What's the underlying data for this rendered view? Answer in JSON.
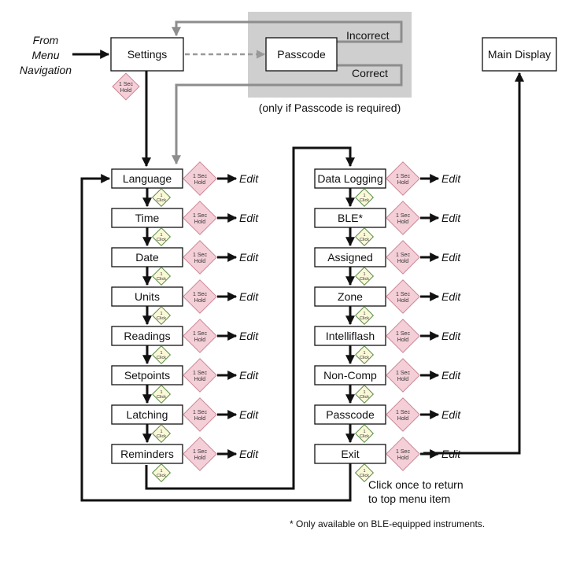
{
  "entry": {
    "line1": "From",
    "line2": "Menu",
    "line3": "Navigation"
  },
  "boxes": {
    "settings": "Settings",
    "passcode_prompt": "Passcode",
    "main_display": "Main Display"
  },
  "passcode_panel": {
    "incorrect": "Incorrect",
    "correct": "Correct",
    "caption": "(only if Passcode is required)"
  },
  "diamonds": {
    "hold": {
      "line1": "1 Sec",
      "line2": "Hold"
    },
    "click": {
      "line1": "1",
      "line2": "Click"
    }
  },
  "edit_label": "Edit",
  "left_column": [
    "Language",
    "Time",
    "Date",
    "Units",
    "Readings",
    "Setpoints",
    "Latching",
    "Reminders"
  ],
  "right_column": [
    "Data Logging",
    "BLE*",
    "Assigned",
    "Zone",
    "Intelliflash",
    "Non-Comp",
    "Passcode",
    "Exit"
  ],
  "return_note": {
    "line1": "Click once to return",
    "line2": "to top menu item"
  },
  "footnote": "* Only available on BLE-equipped instruments.",
  "colors": {
    "hold_diamond": "#f4cfd8",
    "click_diamond": "#fbf8d8",
    "passcode_panel": "#cfcfcf",
    "gray_arrow": "#8d8d8d"
  }
}
